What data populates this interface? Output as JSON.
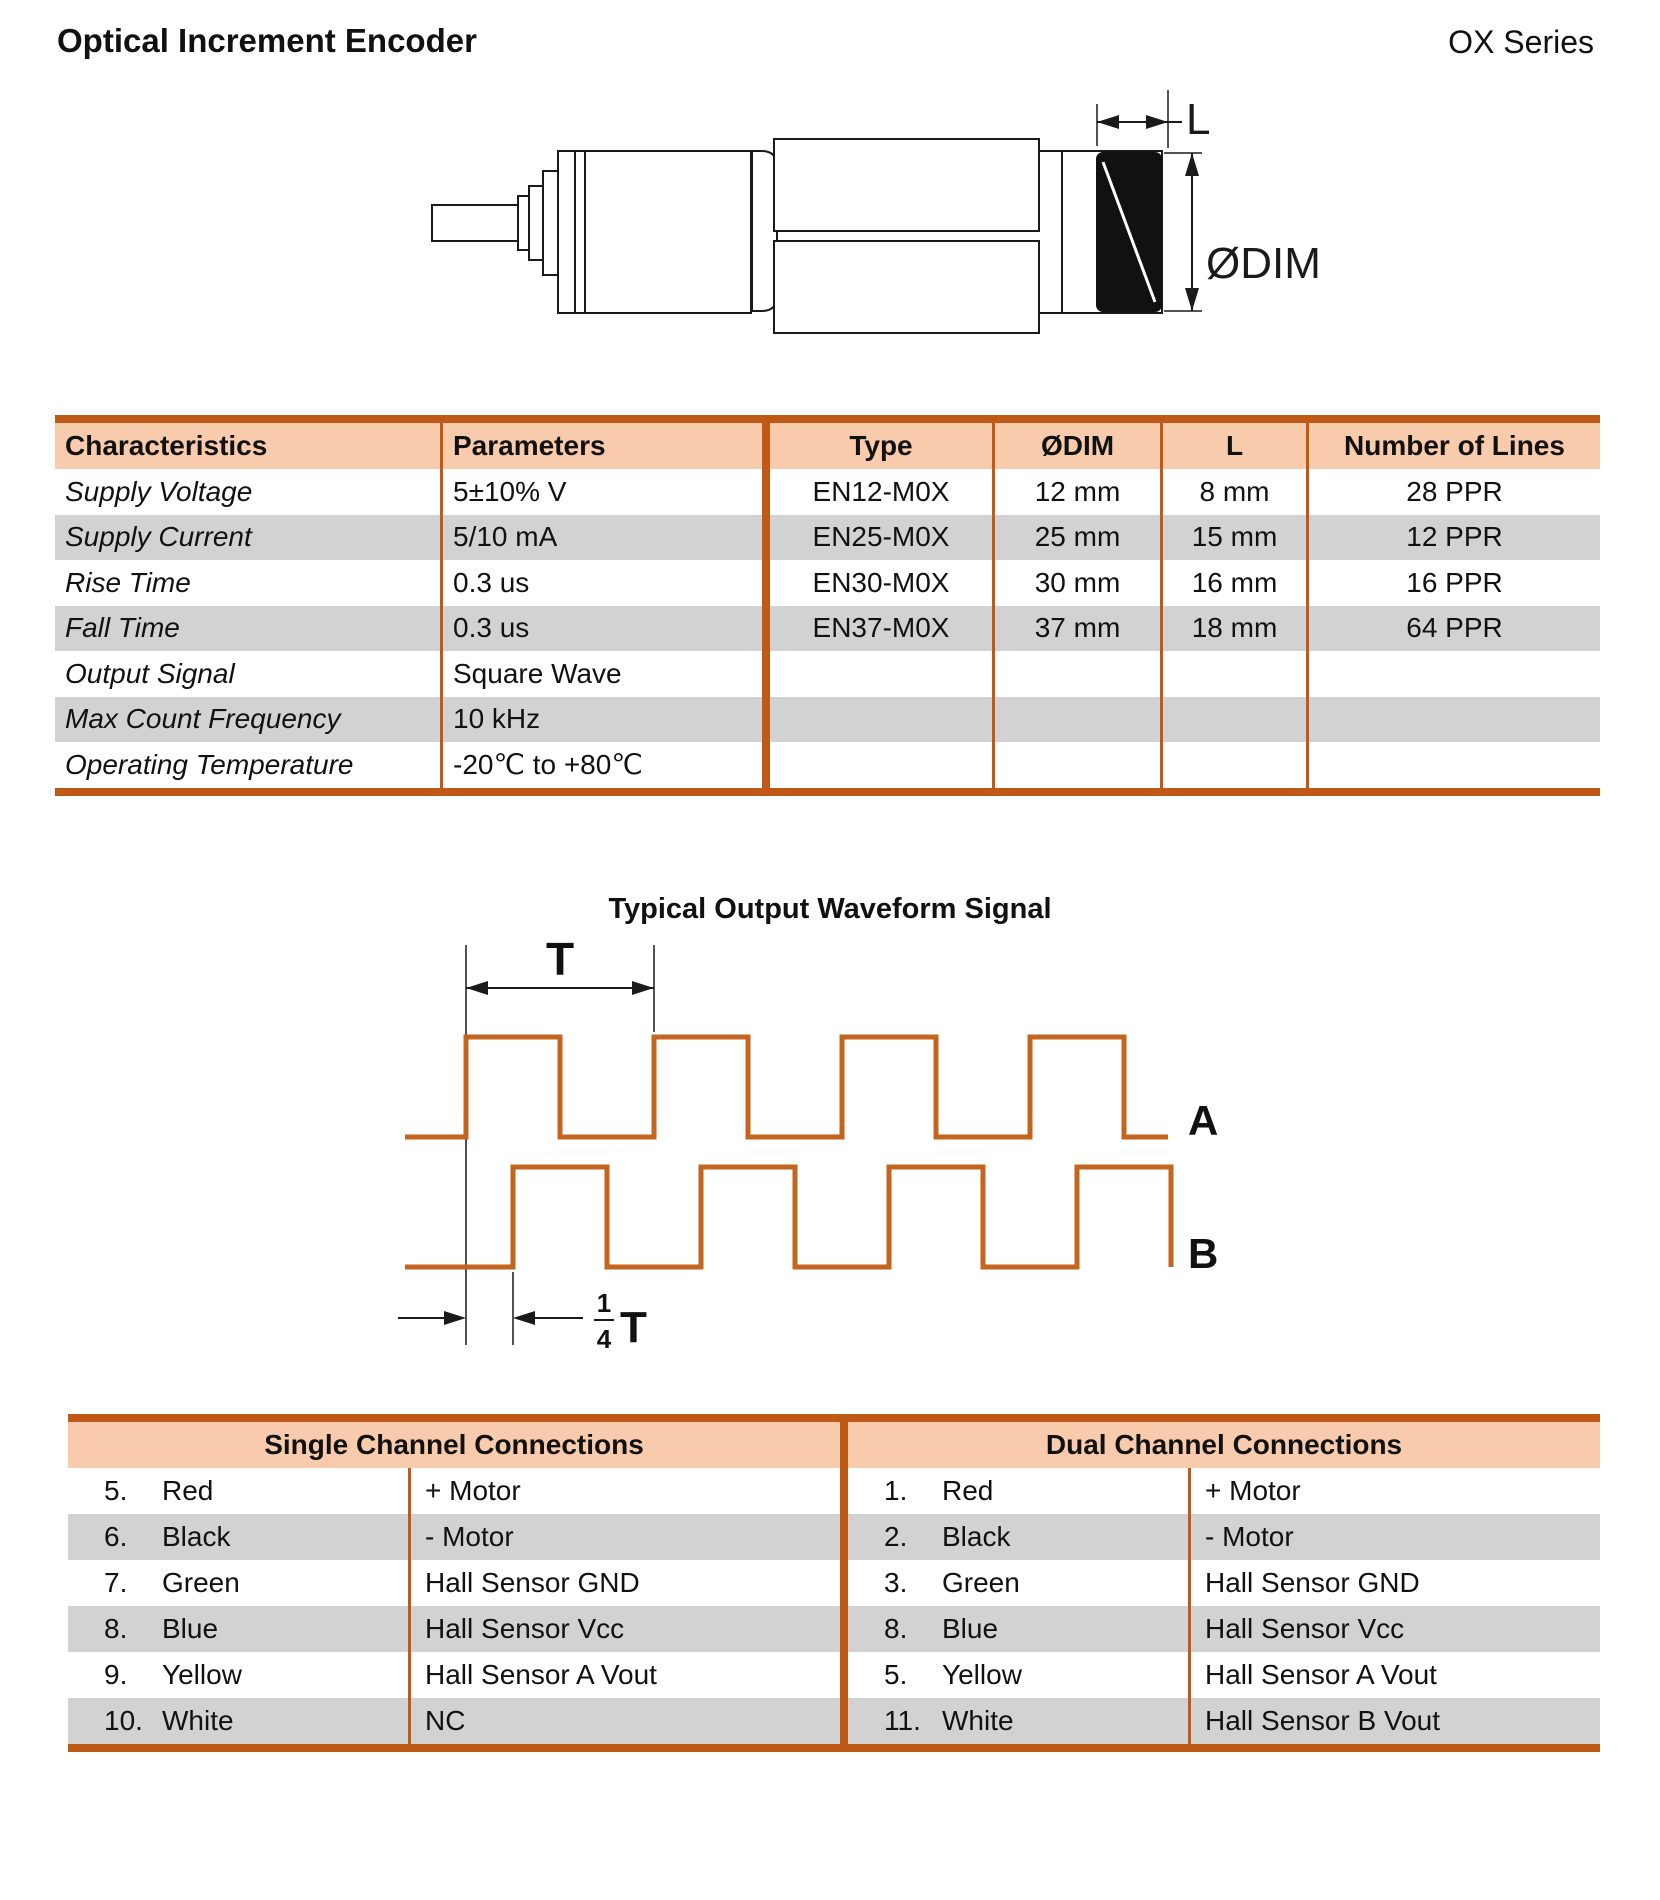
{
  "header": {
    "title": "Optical Increment Encoder",
    "series": "OX Series"
  },
  "drawing": {
    "length_dim_label": "L",
    "diameter_dim_label": "ØDIM"
  },
  "spec_table": {
    "left_headers": [
      "Characteristics",
      "Parameters"
    ],
    "right_headers": [
      "Type",
      "ØDIM",
      "L",
      "Number of Lines"
    ],
    "rows": [
      {
        "characteristic": "Supply Voltage",
        "parameter": "5±10% V",
        "type": "EN12-M0X",
        "odim": "12 mm",
        "l": "8 mm",
        "lines": "28 PPR"
      },
      {
        "characteristic": "Supply Current",
        "parameter": "5/10 mA",
        "type": "EN25-M0X",
        "odim": "25 mm",
        "l": "15 mm",
        "lines": "12 PPR"
      },
      {
        "characteristic": "Rise Time",
        "parameter": "0.3 us",
        "type": "EN30-M0X",
        "odim": "30 mm",
        "l": "16 mm",
        "lines": "16 PPR"
      },
      {
        "characteristic": "Fall Time",
        "parameter": "0.3 us",
        "type": "EN37-M0X",
        "odim": "37 mm",
        "l": "18 mm",
        "lines": "64 PPR"
      },
      {
        "characteristic": "Output Signal",
        "parameter": "Square Wave",
        "type": "",
        "odim": "",
        "l": "",
        "lines": ""
      },
      {
        "characteristic": "Max Count Frequency",
        "parameter": "10 kHz",
        "type": "",
        "odim": "",
        "l": "",
        "lines": ""
      },
      {
        "characteristic": "Operating Temperature",
        "parameter": "-20℃ to +80℃",
        "type": "",
        "odim": "",
        "l": "",
        "lines": ""
      }
    ]
  },
  "waveform": {
    "title": "Typical Output Waveform Signal",
    "period_label": "T",
    "quarter_numerator": "1",
    "quarter_denominator": "4",
    "quarter_period_label": "T",
    "channel_a_label": "A",
    "channel_b_label": "B"
  },
  "connections": {
    "single": {
      "title": "Single Channel Connections",
      "rows": [
        [
          "5.",
          "Red",
          "+ Motor"
        ],
        [
          "6.",
          "Black",
          "- Motor"
        ],
        [
          "7.",
          "Green",
          "Hall Sensor GND"
        ],
        [
          "8.",
          "Blue",
          "Hall Sensor Vcc"
        ],
        [
          "9.",
          "Yellow",
          "Hall Sensor A Vout"
        ],
        [
          "10.",
          "White",
          "NC"
        ]
      ]
    },
    "dual": {
      "title": "Dual Channel Connections",
      "rows": [
        [
          "1.",
          "Red",
          "+ Motor"
        ],
        [
          "2.",
          "Black",
          "- Motor"
        ],
        [
          "3.",
          "Green",
          "Hall Sensor GND"
        ],
        [
          "8.",
          "Blue",
          "Hall Sensor Vcc"
        ],
        [
          "5.",
          "Yellow",
          "Hall Sensor A Vout"
        ],
        [
          "11.",
          "White",
          "Hall Sensor B Vout"
        ]
      ]
    }
  },
  "colors": {
    "accent_border": "#BE5A16",
    "thin_divider": "#C05A15",
    "header_fill": "#F7CBAB",
    "row_stripe": "#D2D2D2",
    "waveform_stroke": "#C4651F"
  }
}
